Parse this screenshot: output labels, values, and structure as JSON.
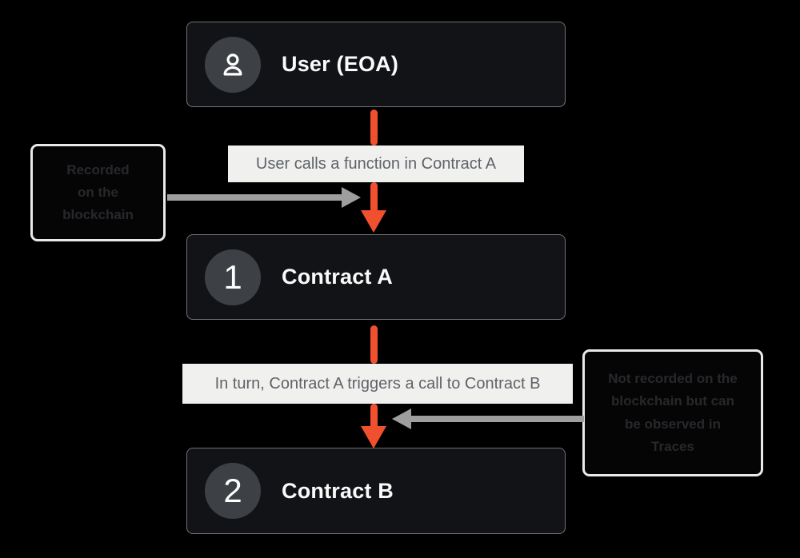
{
  "flow": {
    "nodes": [
      {
        "id": "user",
        "badge_icon": "person-icon",
        "title": "User (EOA)"
      },
      {
        "id": "contract-a",
        "badge": "1",
        "title": "Contract A"
      },
      {
        "id": "contract-b",
        "badge": "2",
        "title": "Contract B"
      }
    ],
    "edges": [
      {
        "label": "User calls a function in Contract A"
      },
      {
        "label": "In turn, Contract A triggers a call to Contract B"
      }
    ]
  },
  "annotations": {
    "left": {
      "text": "Recorded on the blockchain",
      "lines": [
        "Recorded",
        "on the",
        "blockchain"
      ]
    },
    "right": {
      "text": "Not recorded on the blockchain but can be observed in Traces",
      "lines": [
        "Not recorded on the",
        "blockchain but can",
        "be observed in",
        "Traces"
      ]
    }
  },
  "colors": {
    "arrow_orange": "#F1502F",
    "arrow_gray": "#9E9E9E",
    "node_bg": "#121316",
    "badge_bg": "#3D4044",
    "title_text": "#FAFAFA",
    "label_bg": "#F0F0EE",
    "label_text": "#5F6368",
    "note_bg": "#050505",
    "note_border": "#E9E9E9",
    "note_text": "#26282C",
    "canvas_bg": "#000000"
  }
}
